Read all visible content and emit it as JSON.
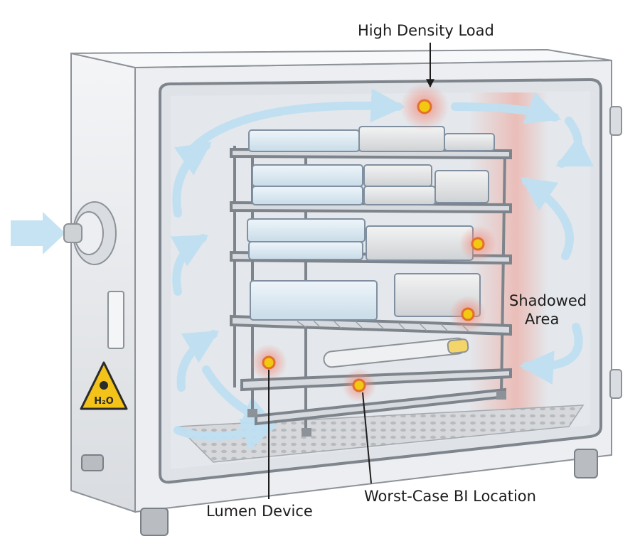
{
  "labels": {
    "high_density_load": "High Density Load",
    "shadowed_area_line1": "Shadowed",
    "shadowed_area_line2": "Area",
    "lumen_device": "Lumen Device",
    "worst_case_bi": "Worst-Case BI Location"
  },
  "hazard_label": {
    "text": "H₂O"
  },
  "bi_markers": [
    "high-density-load",
    "rack-upper-right",
    "shadowed-area",
    "lumen-device",
    "worst-case-floor"
  ],
  "colors": {
    "chamber_shell": "#e9ebee",
    "interior": "#dfe3e8",
    "airflow": "#bfe0f2",
    "bi_marker": "#f2c811",
    "hot_glow": "#f28a7a",
    "hazard_yellow": "#f3c31a"
  }
}
